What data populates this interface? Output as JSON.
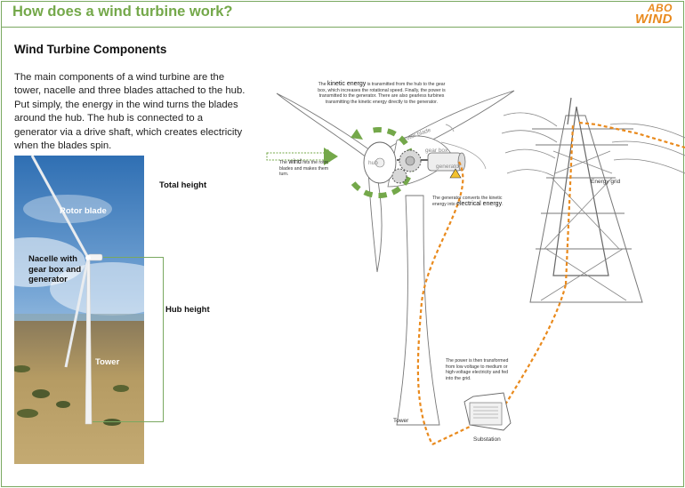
{
  "header": {
    "title": "How does a wind turbine work?",
    "logo_top": "ABO",
    "logo_bottom": "WIND"
  },
  "section": {
    "title": "Wind Turbine Components",
    "intro": "The main components of a wind turbine are the tower, nacelle and three blades attached to the hub. Put simply, the energy in the wind turns the blades around the hub. The hub is connected to a generator via a drive shaft, which creates electricity when the blades spin."
  },
  "photo": {
    "labels": {
      "rotor_blade": "Rotor blade",
      "nacelle": "Nacelle with gear box and generator",
      "tower": "Tower"
    },
    "dimensions": {
      "total_height": "Total height",
      "hub_height": "Hub height"
    }
  },
  "diagram": {
    "kinetic_note_pre": "The ",
    "kinetic_note_word": "kinetic energy",
    "kinetic_note_post": " is transmitted from the hub to the gear box, which increases the rotational speed. Finally, the power is transmitted to the generator. There are also gearless turbines transmitting the kinetic energy directly to the generator.",
    "wind_note_pre": "The ",
    "wind_note_word": "wind",
    "wind_note_post": " hits the rotor blades and makes them turn.",
    "generator_note_pre": "The generator converts the kinetic energy into ",
    "generator_note_word": "electrical energy",
    "generator_note_post": ".",
    "grid_note": "The power is then transformed from low voltage to medium or high-voltage electricity and fed into the grid.",
    "labels": {
      "rotor_blade": "rotor blade",
      "hub": "hub",
      "gear_box": "gear box",
      "generator": "generator",
      "tower": "Tower",
      "energy_grid": "Energy grid",
      "substation": "Substation"
    }
  },
  "colors": {
    "brand_green": "#74a84a",
    "brand_orange": "#e98a1d",
    "line_green": "#7aa860"
  }
}
